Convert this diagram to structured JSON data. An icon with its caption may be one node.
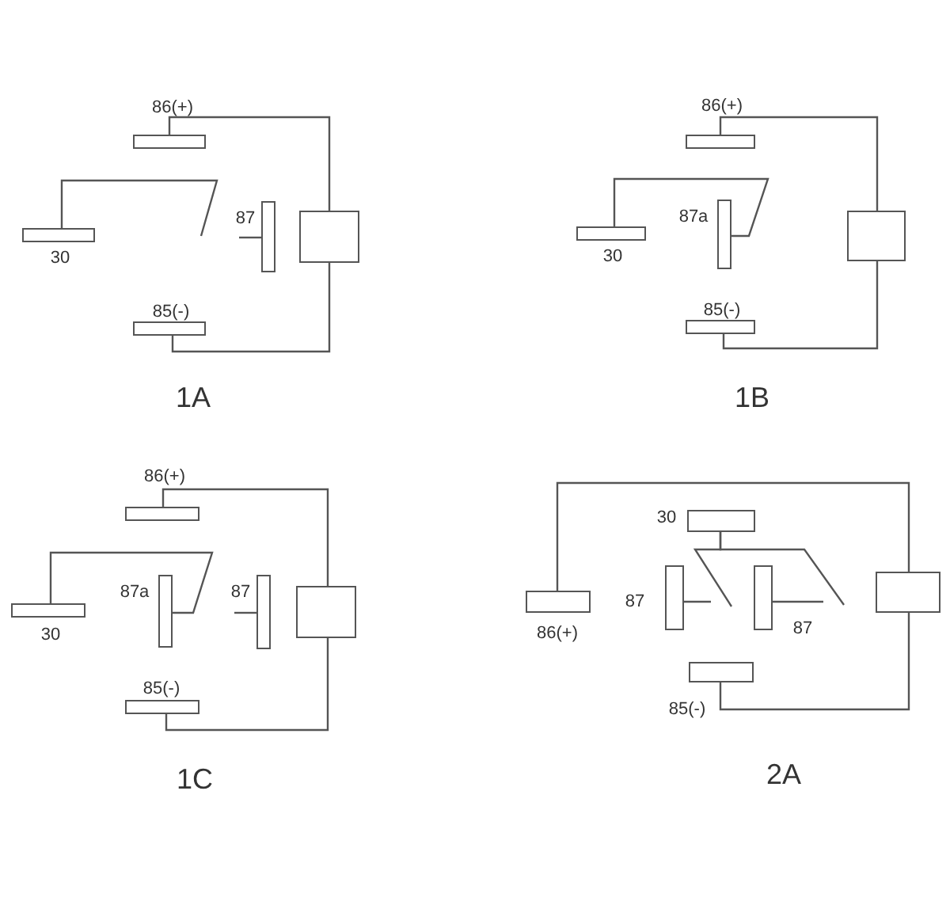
{
  "diagram": {
    "nodes": [
      {
        "text": [
          "86(+)"
        ]
      },
      {
        "text": [
          "30"
        ]
      },
      {
        "text": [
          "87"
        ]
      },
      {
        "text": [],
        "shape": "box"
      },
      {
        "text": [
          "85(-)"
        ]
      },
      {
        "text": [
          "86(+)"
        ]
      },
      {
        "text": [
          "30"
        ]
      },
      {
        "text": [
          "87a"
        ]
      },
      {
        "text": [],
        "shape": "box"
      },
      {
        "text": [
          "85(-)"
        ]
      },
      {
        "text": [
          "86(+)"
        ]
      },
      {
        "text": [
          "30"
        ]
      },
      {
        "text": [
          "87a"
        ]
      },
      {
        "text": [
          "87"
        ]
      },
      {
        "text": [],
        "shape": "box"
      },
      {
        "text": [
          "85(-)"
        ]
      },
      {
        "text": [
          "30"
        ]
      },
      {
        "text": [
          "86(+)"
        ]
      },
      {
        "text": [
          "87"
        ]
      },
      {
        "text": [
          "87"
        ]
      },
      {
        "text": [],
        "shape": "box"
      },
      {
        "text": [
          "85(-)"
        ]
      }
    ],
    "edges": [
      {
        "from": 0,
        "to": 3,
        "arrow": "none"
      },
      {
        "from": 4,
        "to": 3,
        "arrow": "none"
      },
      {
        "from": 1,
        "to": null,
        "arrow": "none"
      },
      {
        "from": 2,
        "to": null,
        "arrow": "none"
      },
      {
        "from": 5,
        "to": 8,
        "arrow": "none"
      },
      {
        "from": 9,
        "to": 8,
        "arrow": "none"
      },
      {
        "from": 6,
        "to": 7,
        "arrow": "none"
      },
      {
        "from": 10,
        "to": 14,
        "arrow": "none"
      },
      {
        "from": 15,
        "to": 14,
        "arrow": "none"
      },
      {
        "from": 11,
        "to": 12,
        "arrow": "none"
      },
      {
        "from": 13,
        "to": null,
        "arrow": "none"
      },
      {
        "from": 17,
        "to": 20,
        "arrow": "none"
      },
      {
        "from": 21,
        "to": 20,
        "arrow": "none"
      },
      {
        "from": 16,
        "to": null,
        "arrow": "none"
      },
      {
        "from": 16,
        "to": null,
        "arrow": "none"
      },
      {
        "from": 18,
        "to": null,
        "arrow": "none"
      },
      {
        "from": 19,
        "to": null,
        "arrow": "none"
      }
    ],
    "labels": [
      "1A",
      "1B",
      "1C",
      "2A"
    ]
  }
}
